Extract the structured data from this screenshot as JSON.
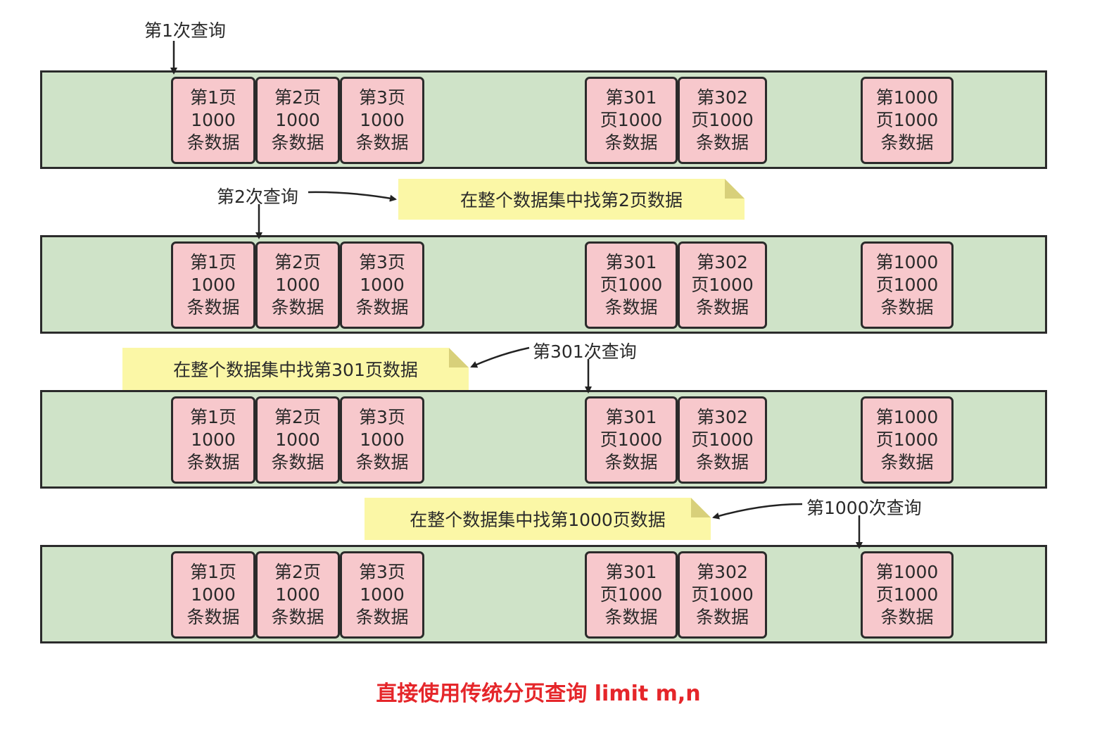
{
  "pages": [
    {
      "lines": [
        "第1页",
        "1000",
        "条数据"
      ]
    },
    {
      "lines": [
        "第2页",
        "1000",
        "条数据"
      ]
    },
    {
      "lines": [
        "第3页",
        "1000",
        "条数据"
      ]
    },
    {
      "lines": [
        "第301",
        "页1000",
        "条数据"
      ]
    },
    {
      "lines": [
        "第302",
        "页1000",
        "条数据"
      ]
    },
    {
      "lines": [
        "第1000",
        "页1000",
        "条数据"
      ]
    }
  ],
  "queries": [
    "第1次查询",
    "第2次查询",
    "第301次查询",
    "第1000次查询"
  ],
  "notes": [
    "在整个数据集中找第2页数据",
    "在整个数据集中找第301页数据",
    "在整个数据集中找第1000页数据"
  ],
  "caption": "直接使用传统分页查询 limit m,n",
  "colors": {
    "band": "#cfe3c8",
    "page": "#f7c8cc",
    "note": "#fbf7a6",
    "caption": "#e5262a",
    "border": "#2b2b2b"
  }
}
